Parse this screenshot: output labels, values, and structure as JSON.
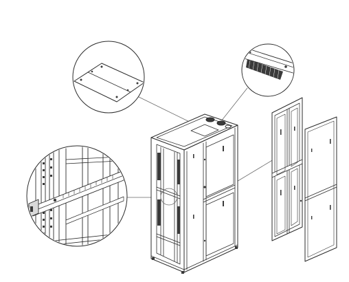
{
  "diagram": {
    "colors": {
      "line": "#2b2b2b",
      "light": "#6a6a6a",
      "fill": "#ffffff",
      "shade": "#d9d9d9",
      "dark": "#3a3a3a"
    },
    "parts": [
      {
        "id": "cabinet-frame",
        "label": ""
      },
      {
        "id": "top-cover-detail",
        "label": ""
      },
      {
        "id": "top-vent-detail",
        "label": ""
      },
      {
        "id": "mounting-rail-detail",
        "label": ""
      },
      {
        "id": "split-rear-door",
        "label": ""
      },
      {
        "id": "side-panel",
        "label": ""
      }
    ]
  }
}
